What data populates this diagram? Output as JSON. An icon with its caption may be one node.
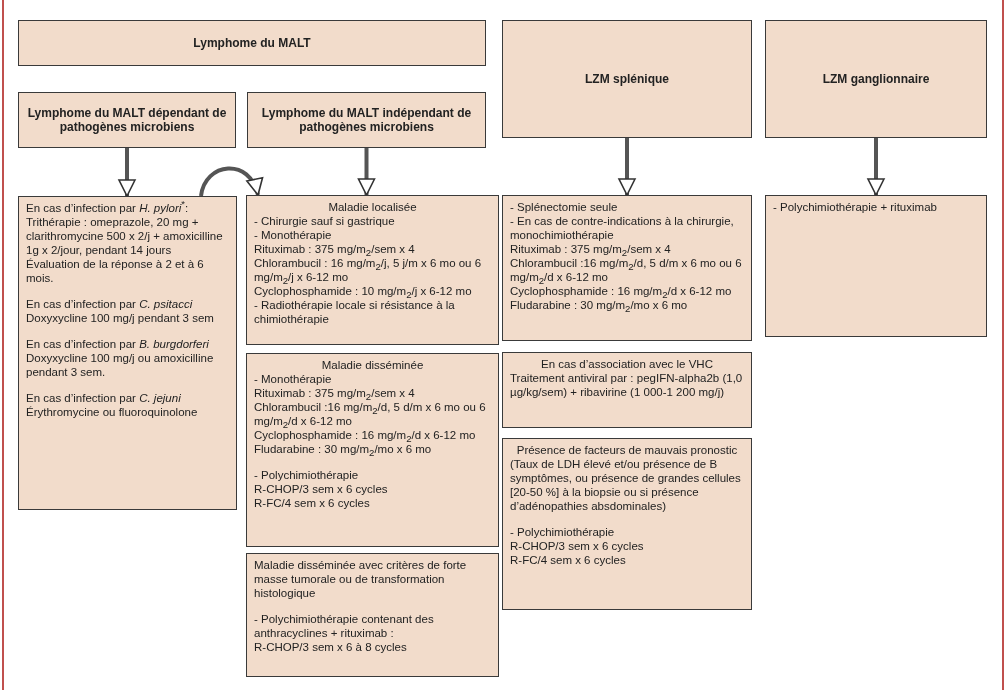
{
  "diagram": {
    "nodes": [
      {
        "text": [
          "Lymphome du MALT"
        ]
      },
      {
        "text": [
          "Lymphome du MALT dépendant de pathogènes microbiens"
        ]
      },
      {
        "text": [
          "Lymphome du MALT indépendant de pathogènes microbiens"
        ]
      },
      {
        "text": [
          "LZM splénique"
        ]
      },
      {
        "text": [
          "LZM ganglionnaire"
        ]
      },
      {
        "text": [
          "En cas d’infection par *H. pylori*$^{*}$:",
          "Trithérapie : omeprazole, 20 mg + clarithromycine 500 x 2/j + amoxicilline 1g x 2/jour, pendant 14 jours",
          "Évaluation de la réponse à 2 et à 6 mois.",
          "En cas d’infection par *C. psitacci*",
          "Doxyxycline 100 mg/j pendant 3 sem",
          "En cas d’infection par *B. burgdorferi*",
          "Doxyxycline 100 mg/j ou amoxicilline pendant 3 sem.",
          "En cas d’infection par *C. jejuni*",
          "Érythromycine ou fluoroquinolone"
        ]
      },
      {
        "text": [
          "Maladie localisée",
          "- Chirurgie sauf si gastrique",
          "- Monothérapie",
          "Rituximab : 375 mg/m$_{2}$/sem x 4",
          "Chlorambucil : 16 mg/m$_{2}$/j, 5 j/m x 6 mo ou 6 mg/m$_{2}$/j x 6-12 mo",
          "Cyclophosphamide : 10 mg/m$_{2}$/j x 6-12 mo",
          "- Radiothérapie locale si résistance à la chimiothérapie"
        ]
      },
      {
        "text": [
          "Maladie disséminée",
          "- Monothérapie",
          "Rituximab : 375 mg/m$_{2}$/sem x 4",
          "Chlorambucil :16 mg/m$_{2}$/d, 5 d/m x 6 mo ou 6 mg/m$_{2}$/d x 6-12 mo",
          "Cyclophosphamide : 16 mg/m$_{2}$/d x 6-12 mo",
          "Fludarabine : 30 mg/m$_{2}$/mo x 6 mo",
          "- Polychimiothérapie",
          "R-CHOP/3 sem x 6 cycles",
          "R-FC/4 sem x 6 cycles"
        ]
      },
      {
        "text": [
          "Maladie disséminée avec critères de forte masse tumorale ou de transformation histologique",
          "- Polychimiothérapie contenant des anthracyclines + rituximab :",
          "R-CHOP/3 sem x 6 à 8 cycles"
        ]
      },
      {
        "text": [
          "- Splénectomie seule",
          "- En cas de contre-indications à la chirurgie, monochimiothérapie",
          "Rituximab : 375 mg/m$_{2}$/sem x 4",
          "Chlorambucil :16 mg/m$_{2}$/d, 5 d/m x 6 mo ou 6 mg/m$_{2}$/d x 6-12 mo",
          "Cyclophosphamide : 16 mg/m$_{2}$/d x 6-12 mo",
          "Fludarabine : 30 mg/m$_{2}$/mo x 6 mo"
        ]
      },
      {
        "text": [
          "En cas d’association avec le VHC",
          "Traitement antiviral par : pegIFN-alpha2b (1,0 µg/kg/sem) + ribavirine (1 000-1 200 mg/j)"
        ]
      },
      {
        "text": [
          "Présence de facteurs de mauvais pronostic",
          "(Taux de LDH élevé et/ou présence de B symptômes, ou présence de grandes cellules [20-50 %] à la biopsie ou si présence d’adénopathies absdominales)",
          "- Polychimiothérapie",
          "R-CHOP/3 sem x 6 cycles",
          "R-FC/4 sem x 6 cycles"
        ]
      },
      {
        "text": [
          "- Polychimiothérapie + rituximab"
        ]
      }
    ],
    "edges": [
      {
        "from": 1,
        "to": 5,
        "arrow": "to"
      },
      {
        "from": 5,
        "to": 6,
        "arrow": "to"
      },
      {
        "from": 2,
        "to": 6,
        "arrow": "to"
      },
      {
        "from": 3,
        "to": 9,
        "arrow": "to"
      },
      {
        "from": 4,
        "to": 12,
        "arrow": "to"
      }
    ]
  }
}
